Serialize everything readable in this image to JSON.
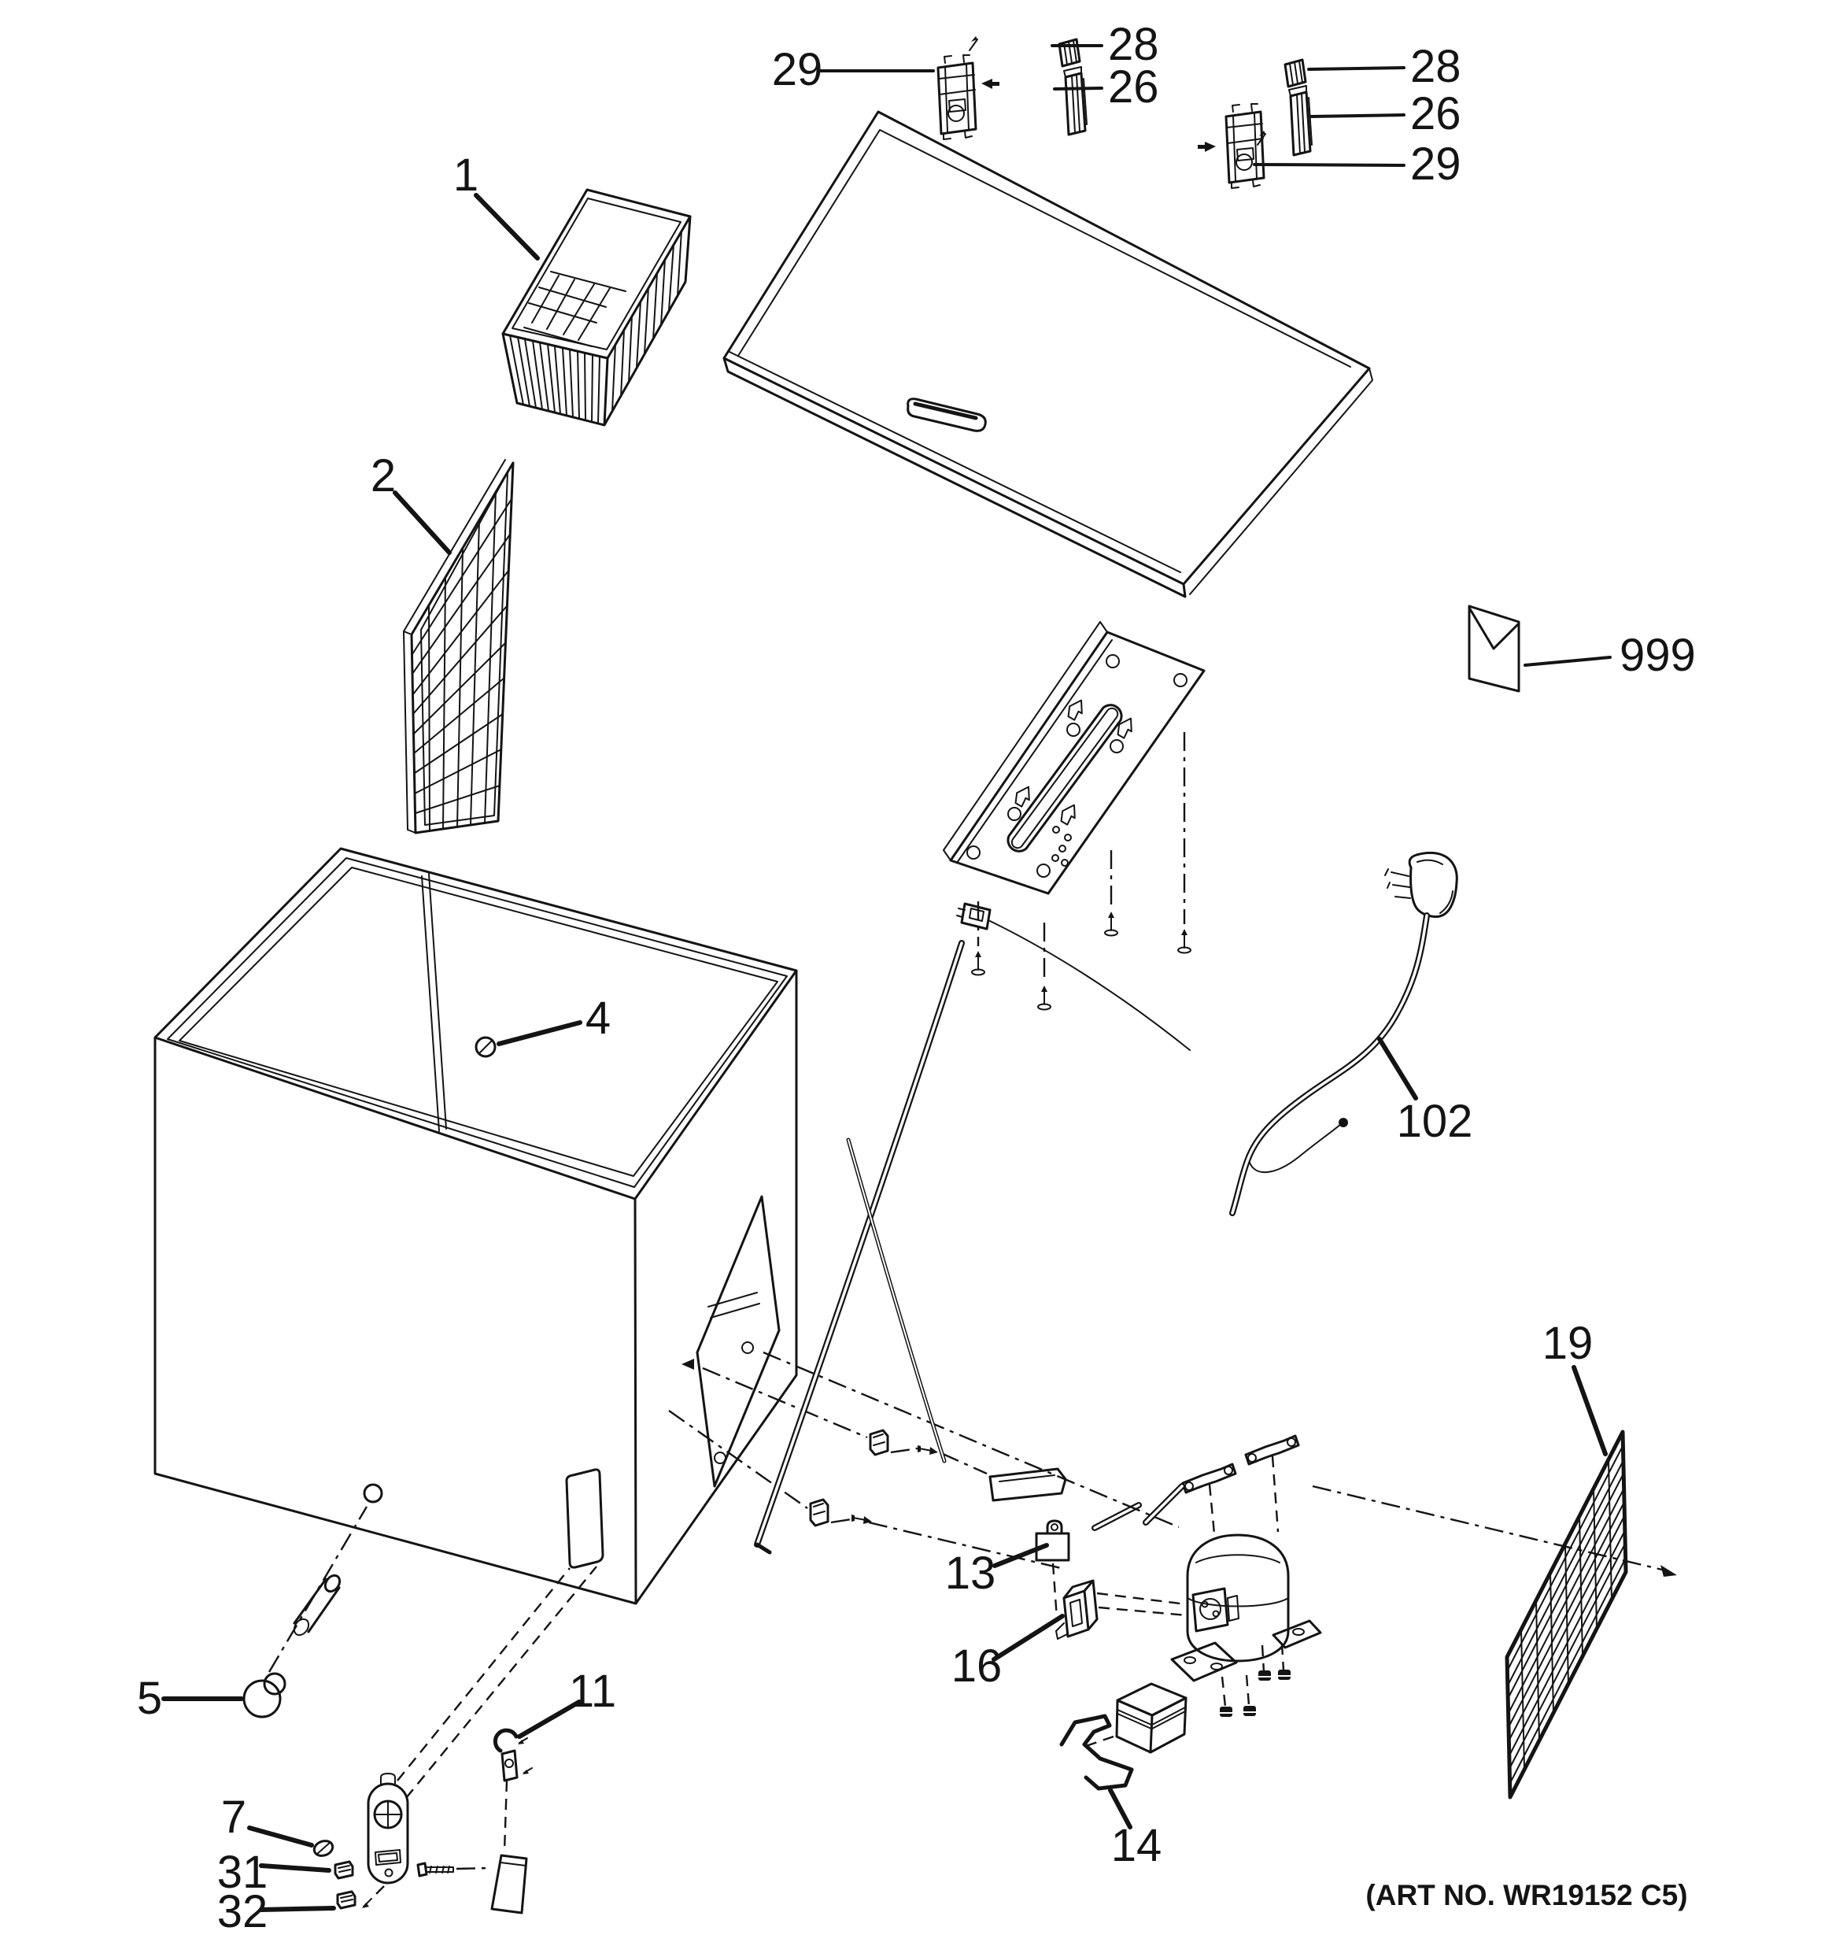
{
  "diagram": {
    "type": "exploded-parts-diagram",
    "art_no": "(ART NO. WR19152 C5)",
    "callouts": {
      "n1": "1",
      "n2": "2",
      "n4": "4",
      "n5": "5",
      "n7": "7",
      "n11": "11",
      "n13": "13",
      "n14": "14",
      "n16": "16",
      "n19": "19",
      "n26": "26",
      "n28": "28",
      "n29": "29",
      "n31": "31",
      "n32": "32",
      "n102": "102",
      "n999": "999"
    },
    "colors": {
      "line": "#141414",
      "background": "#ffffff"
    }
  }
}
